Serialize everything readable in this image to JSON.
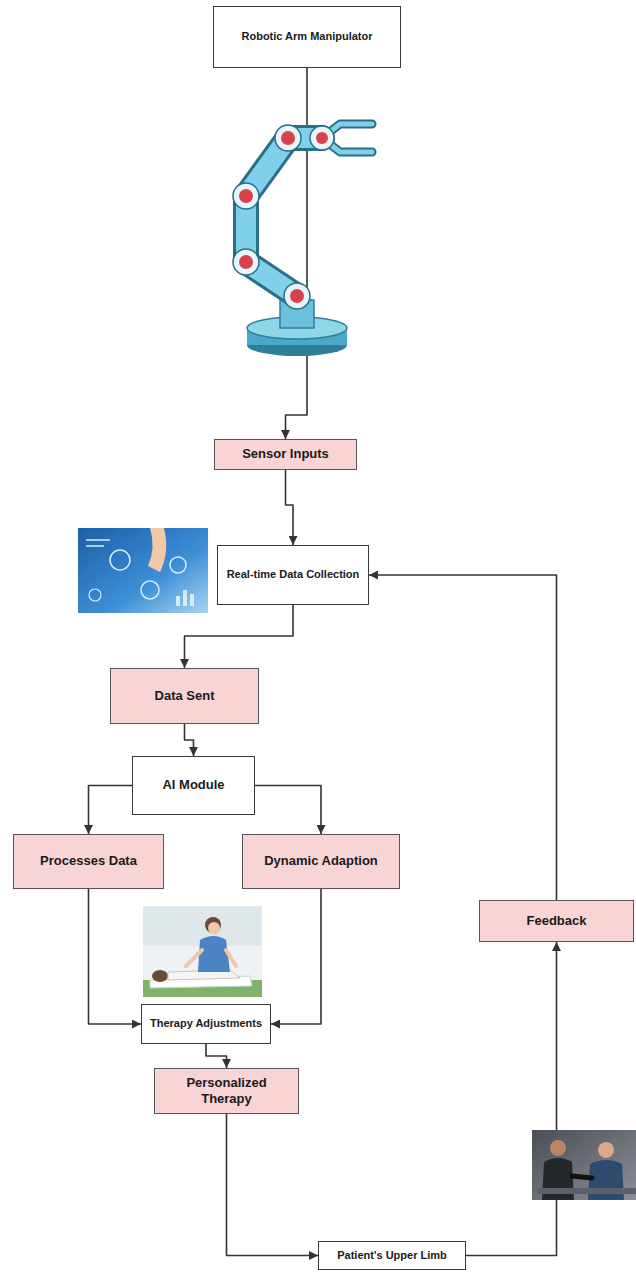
{
  "diagram": {
    "nodes": [
      {
        "text": [
          "Robotic Arm Manipulator"
        ]
      },
      {
        "text": [
          "Sensor Inputs"
        ]
      },
      {
        "text": [
          "Real-time Data Collection"
        ]
      },
      {
        "text": [
          "Data Sent"
        ]
      },
      {
        "text": [
          "AI Module"
        ]
      },
      {
        "text": [
          "Processes Data"
        ]
      },
      {
        "text": [
          "Dynamic Adaption"
        ]
      },
      {
        "text": [
          "Feedback"
        ]
      },
      {
        "text": [
          "Therapy Adjustments"
        ]
      },
      {
        "text": [
          "Personalized Therapy"
        ]
      },
      {
        "text": [
          "Patient's Upper Limb"
        ]
      }
    ],
    "edges": [
      {
        "from": 0,
        "to": 1,
        "arrow": "to"
      },
      {
        "from": 1,
        "to": 2,
        "arrow": "to"
      },
      {
        "from": 2,
        "to": 3,
        "arrow": "to"
      },
      {
        "from": 3,
        "to": 4,
        "arrow": "to"
      },
      {
        "from": 4,
        "to": 5,
        "arrow": "to"
      },
      {
        "from": 4,
        "to": 6,
        "arrow": "to"
      },
      {
        "from": 5,
        "to": 8,
        "arrow": "to"
      },
      {
        "from": 6,
        "to": 8,
        "arrow": "to"
      },
      {
        "from": 8,
        "to": 9,
        "arrow": "to"
      },
      {
        "from": 9,
        "to": 10,
        "arrow": "to"
      },
      {
        "from": 10,
        "to": 7,
        "arrow": "to"
      },
      {
        "from": 7,
        "to": 2,
        "arrow": "to"
      }
    ]
  }
}
